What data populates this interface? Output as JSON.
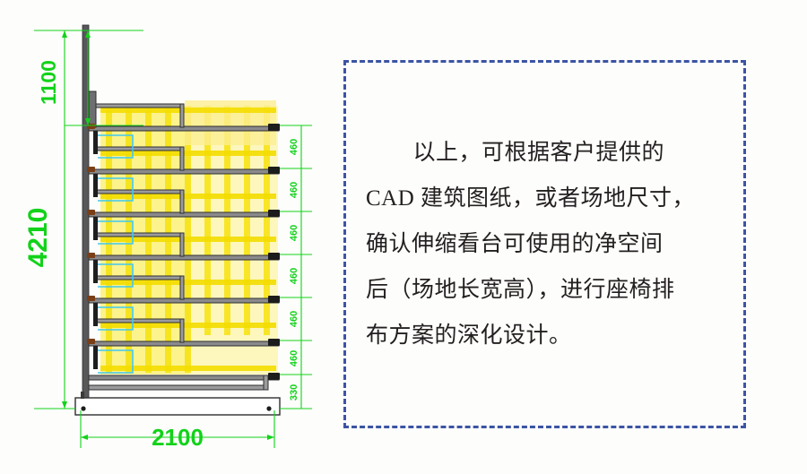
{
  "drawing": {
    "title": "telescopic-grandstand-side-elevation",
    "colors": {
      "dimension_green": "#12d21a",
      "structure_dark": "#3a3a3a",
      "seat_yellow": "#f7e600",
      "seat_yellow_light": "#fdf07a",
      "accent_cyan": "#35c6f4",
      "bracket_brown": "#7a3f17",
      "note_border_blue": "#3c54a4",
      "background": "#fdfdfb"
    },
    "dimensions": {
      "overall_height": "4210",
      "top_clearance": "1100",
      "overall_depth": "2100",
      "riser_heights": [
        "460",
        "460",
        "460",
        "460",
        "460",
        "460"
      ],
      "bottom_riser": "330"
    },
    "tier_count": 7,
    "labels": {
      "overall_height_label": "4210",
      "top_clearance_label": "1100",
      "depth_label": "2100"
    }
  },
  "note": {
    "border_style": "dashed",
    "lines": [
      "以上，可根据客户提供的",
      "CAD 建筑图纸，或者场地尺寸，",
      "确认伸缩看台可使用的净空间",
      "后（场地长宽高），进行座椅排",
      "布方案的深化设计。"
    ]
  }
}
